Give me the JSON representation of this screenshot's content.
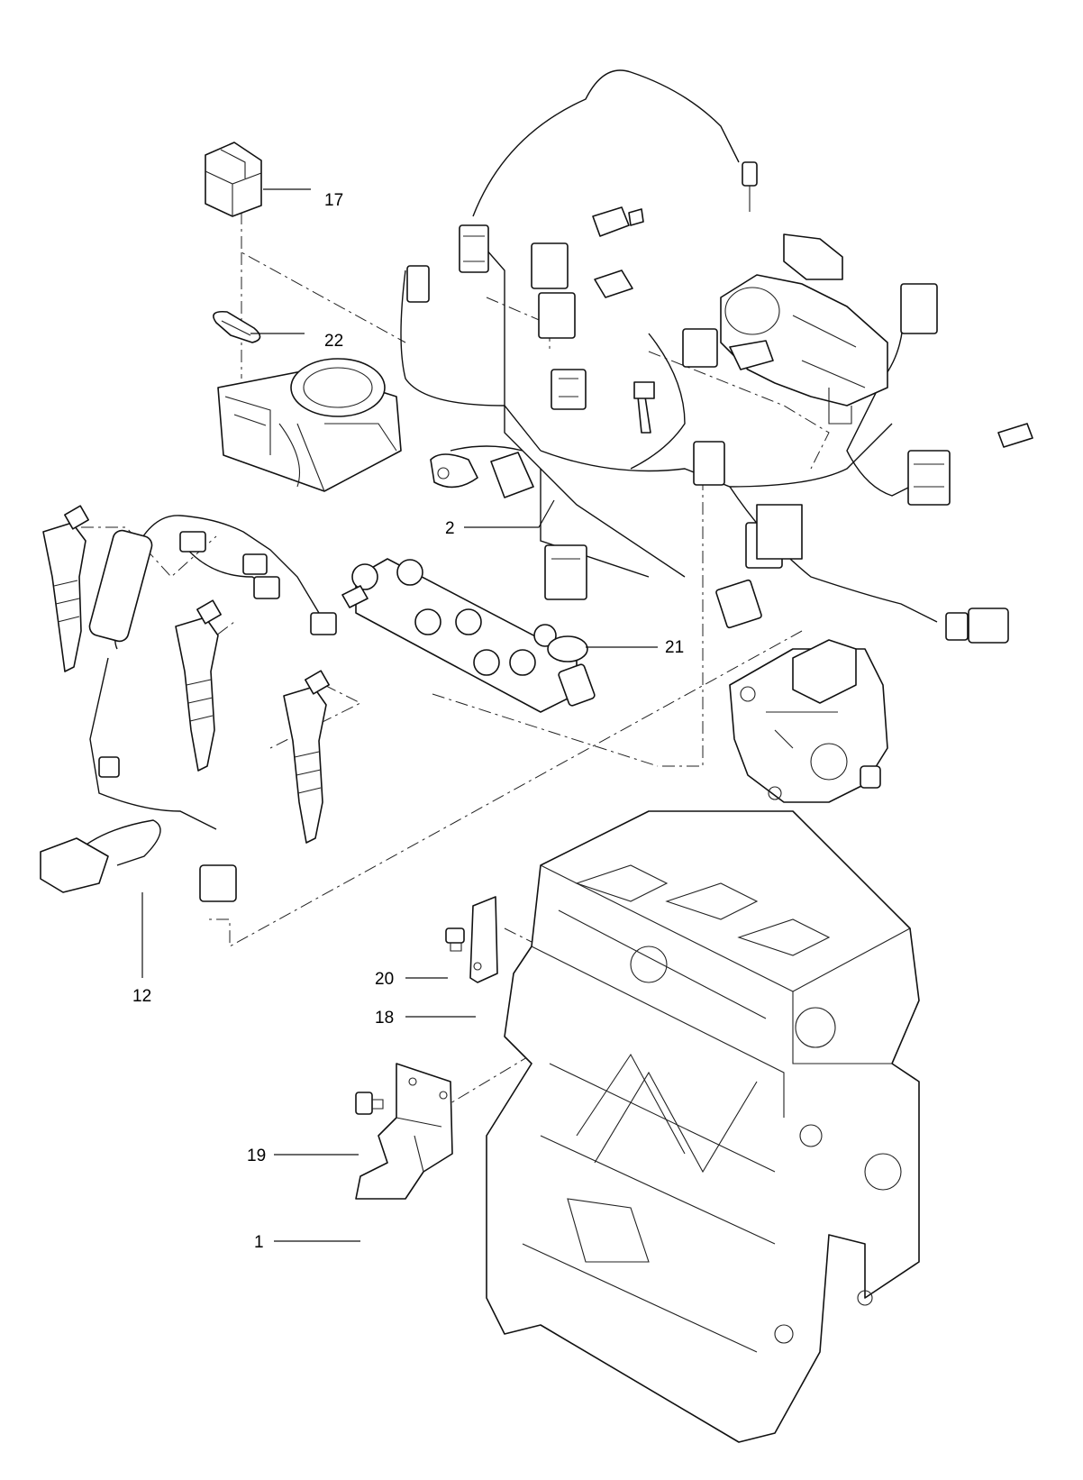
{
  "callouts": {
    "c17": "17",
    "c22": "22",
    "c2": "2",
    "c21": "21",
    "c12": "12",
    "c20": "20",
    "c18": "18",
    "c19": "19",
    "c1": "1"
  }
}
